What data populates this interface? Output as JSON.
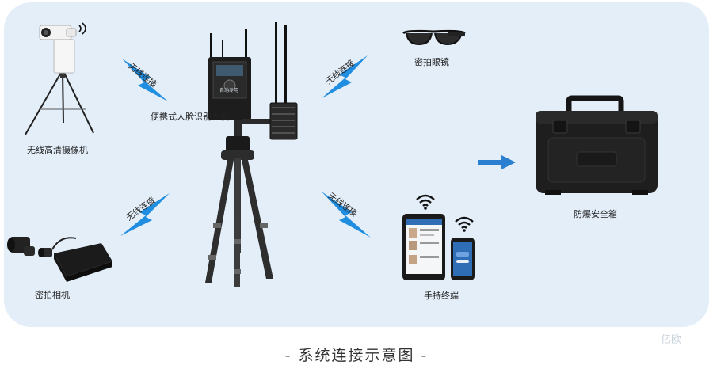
{
  "diagram": {
    "caption": "- 系统连接示意图 -",
    "devices": {
      "camera": "无线高清摄像机",
      "host": "便携式人脸识别主机",
      "glasses": "密拍眼镜",
      "hidden_camera": "密拍相机",
      "handheld": "手持终端",
      "case": "防爆安全箱"
    },
    "wireless_label": "无线连接",
    "host_screen_text": "自动专用",
    "watermark": "亿欧",
    "colors": {
      "panel": "#e4eef9",
      "lightning": "#1f8de0",
      "arrow": "#2a7fd0"
    }
  }
}
